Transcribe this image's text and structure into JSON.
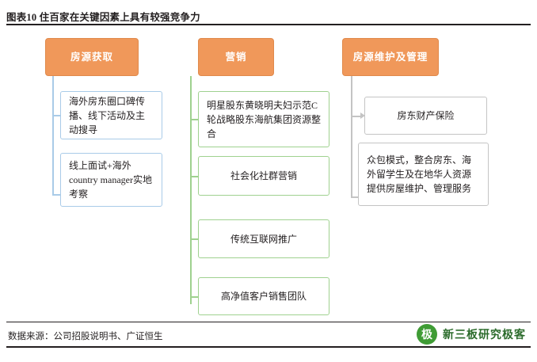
{
  "title": "图表10  住百家在关键因素上具有较强竞争力",
  "footer": {
    "source": "数据来源：公司招股说明书、广证恒生"
  },
  "watermark": {
    "logo_letter": "极",
    "text": "新三板研究极客"
  },
  "diagram": {
    "columns": [
      {
        "header": "房源获取",
        "header_color": "#f0985a",
        "items": [
          {
            "text": "海外房东圈口碑传播、线下活动及主动搜寻",
            "style": "blue"
          },
          {
            "text": "线上面试+海外country manager实地考察",
            "style": "blue"
          }
        ]
      },
      {
        "header": "营销",
        "header_color": "#f0985a",
        "items": [
          {
            "text": "明星股东黄晓明夫妇示范C轮战略股东海航集团资源整合",
            "style": "green"
          },
          {
            "text": "社会化社群营销",
            "style": "green"
          },
          {
            "text": "传统互联网推广",
            "style": "green"
          },
          {
            "text": "高净值客户销售团队",
            "style": "green"
          }
        ]
      },
      {
        "header": "房源维护及管理",
        "header_color": "#f0985a",
        "items": [
          {
            "text": "房东财产保险",
            "style": "gray"
          },
          {
            "text": "众包模式，整合房东、海外留学生及在地华人资源提供房屋维护、管理服务",
            "style": "gray"
          }
        ]
      }
    ]
  }
}
